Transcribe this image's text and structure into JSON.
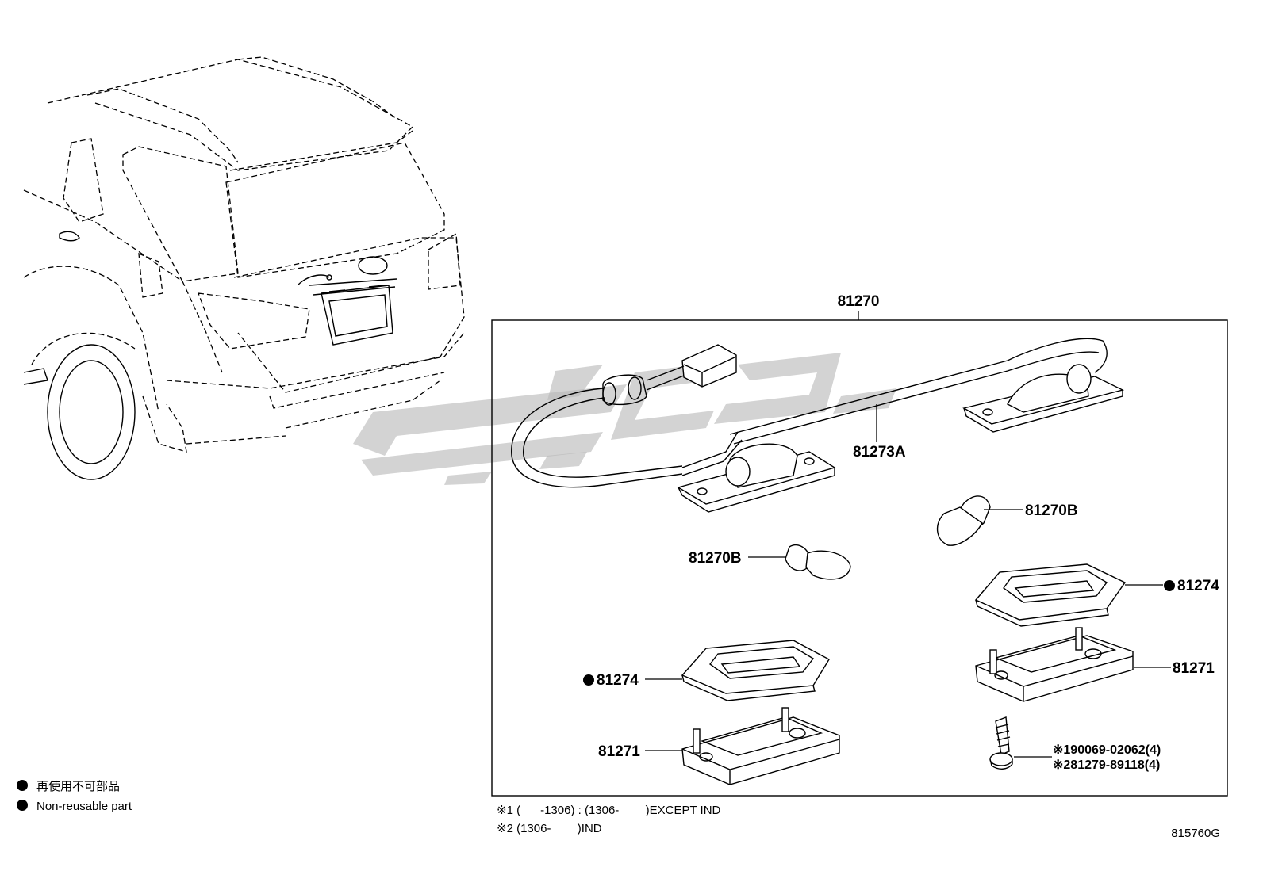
{
  "assembly": {
    "part": "81270"
  },
  "parts": {
    "wire_harness": "81273A",
    "bulb_right": "81270B",
    "bulb_left": "81270B",
    "lens_right": "81274",
    "lens_left": "81274",
    "housing_right": "81271",
    "housing_left": "81271",
    "screw_opt1": "※190069-02062(4)",
    "screw_opt2": "※281279-89118(4)"
  },
  "legend": {
    "jp": "再使用不可部品",
    "en": "Non-reusable part"
  },
  "notes": {
    "note1": "※1 (      -1306) : (1306-        )EXCEPT IND",
    "note2": "※2 (1306-        )IND"
  },
  "diagram_code": "815760G",
  "colors": {
    "line": "#000000",
    "watermark": "#b8b8b8",
    "background": "#ffffff"
  }
}
